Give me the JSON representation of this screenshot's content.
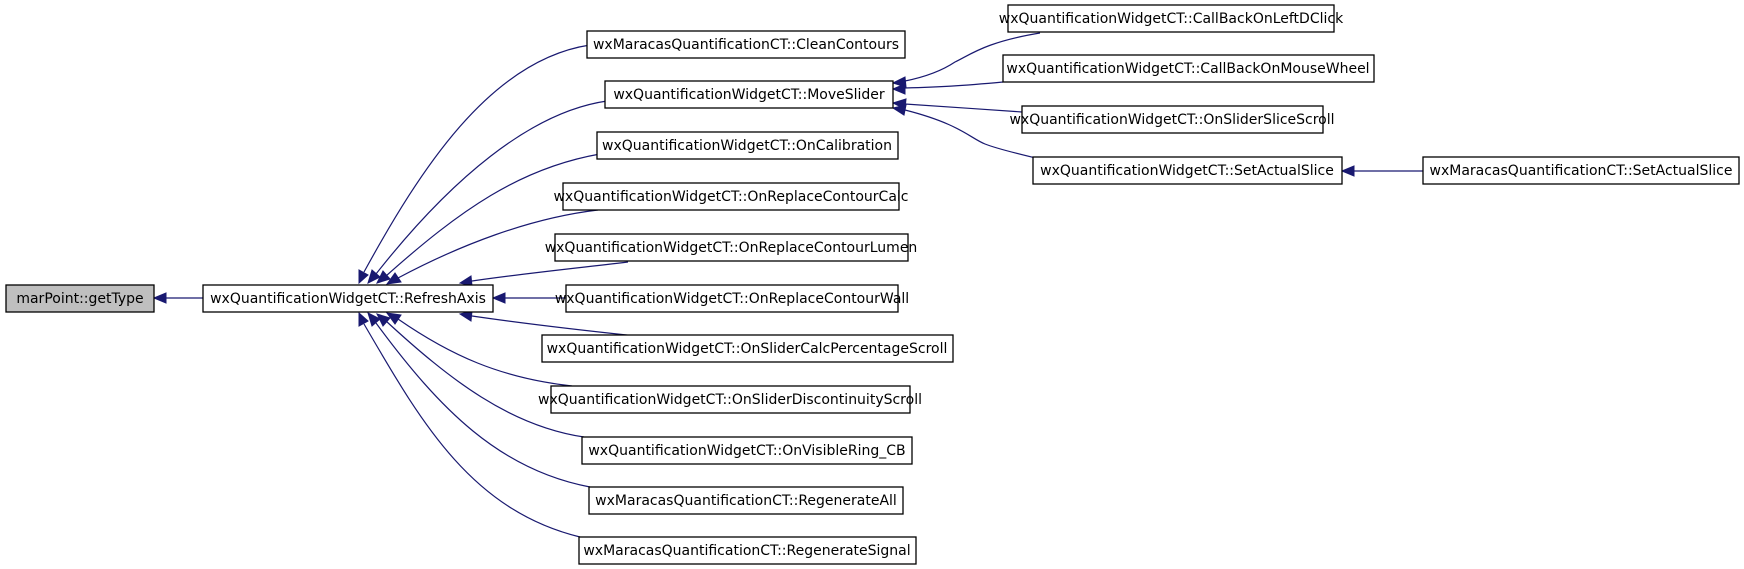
{
  "graph": {
    "colors": {
      "edge": "#191970",
      "root_fill": "#bfbfbf",
      "node_fill": "#ffffff",
      "border": "#000000"
    },
    "nodes": {
      "getType": "marPoint::getType",
      "refreshAxis": "wxQuantificationWidgetCT::RefreshAxis",
      "cleanContours": "wxMaracasQuantificationCT::CleanContours",
      "moveSlider": "wxQuantificationWidgetCT::MoveSlider",
      "onCalibration": "wxQuantificationWidgetCT::OnCalibration",
      "onReplaceContourCalc": "wxQuantificationWidgetCT::OnReplaceContourCalc",
      "onReplaceContourLumen": "wxQuantificationWidgetCT::OnReplaceContourLumen",
      "onReplaceContourWall": "wxQuantificationWidgetCT::OnReplaceContourWall",
      "onSliderCalcPercentageScroll": "wxQuantificationWidgetCT::OnSliderCalcPercentageScroll",
      "onSliderDiscontinuityScroll": "wxQuantificationWidgetCT::OnSliderDiscontinuityScroll",
      "onVisibleRingCB": "wxQuantificationWidgetCT::OnVisibleRing_CB",
      "regenerateAll": "wxMaracasQuantificationCT::RegenerateAll",
      "regenerateSignal": "wxMaracasQuantificationCT::RegenerateSignal",
      "callBackOnLeftDClick": "wxQuantificationWidgetCT::CallBackOnLeftDClick",
      "callBackOnMouseWheel": "wxQuantificationWidgetCT::CallBackOnMouseWheel",
      "onSliderSliceScroll": "wxQuantificationWidgetCT::OnSliderSliceScroll",
      "setActualSliceWidget": "wxQuantificationWidgetCT::SetActualSlice",
      "setActualSliceMaracas": "wxMaracasQuantificationCT::SetActualSlice"
    }
  }
}
